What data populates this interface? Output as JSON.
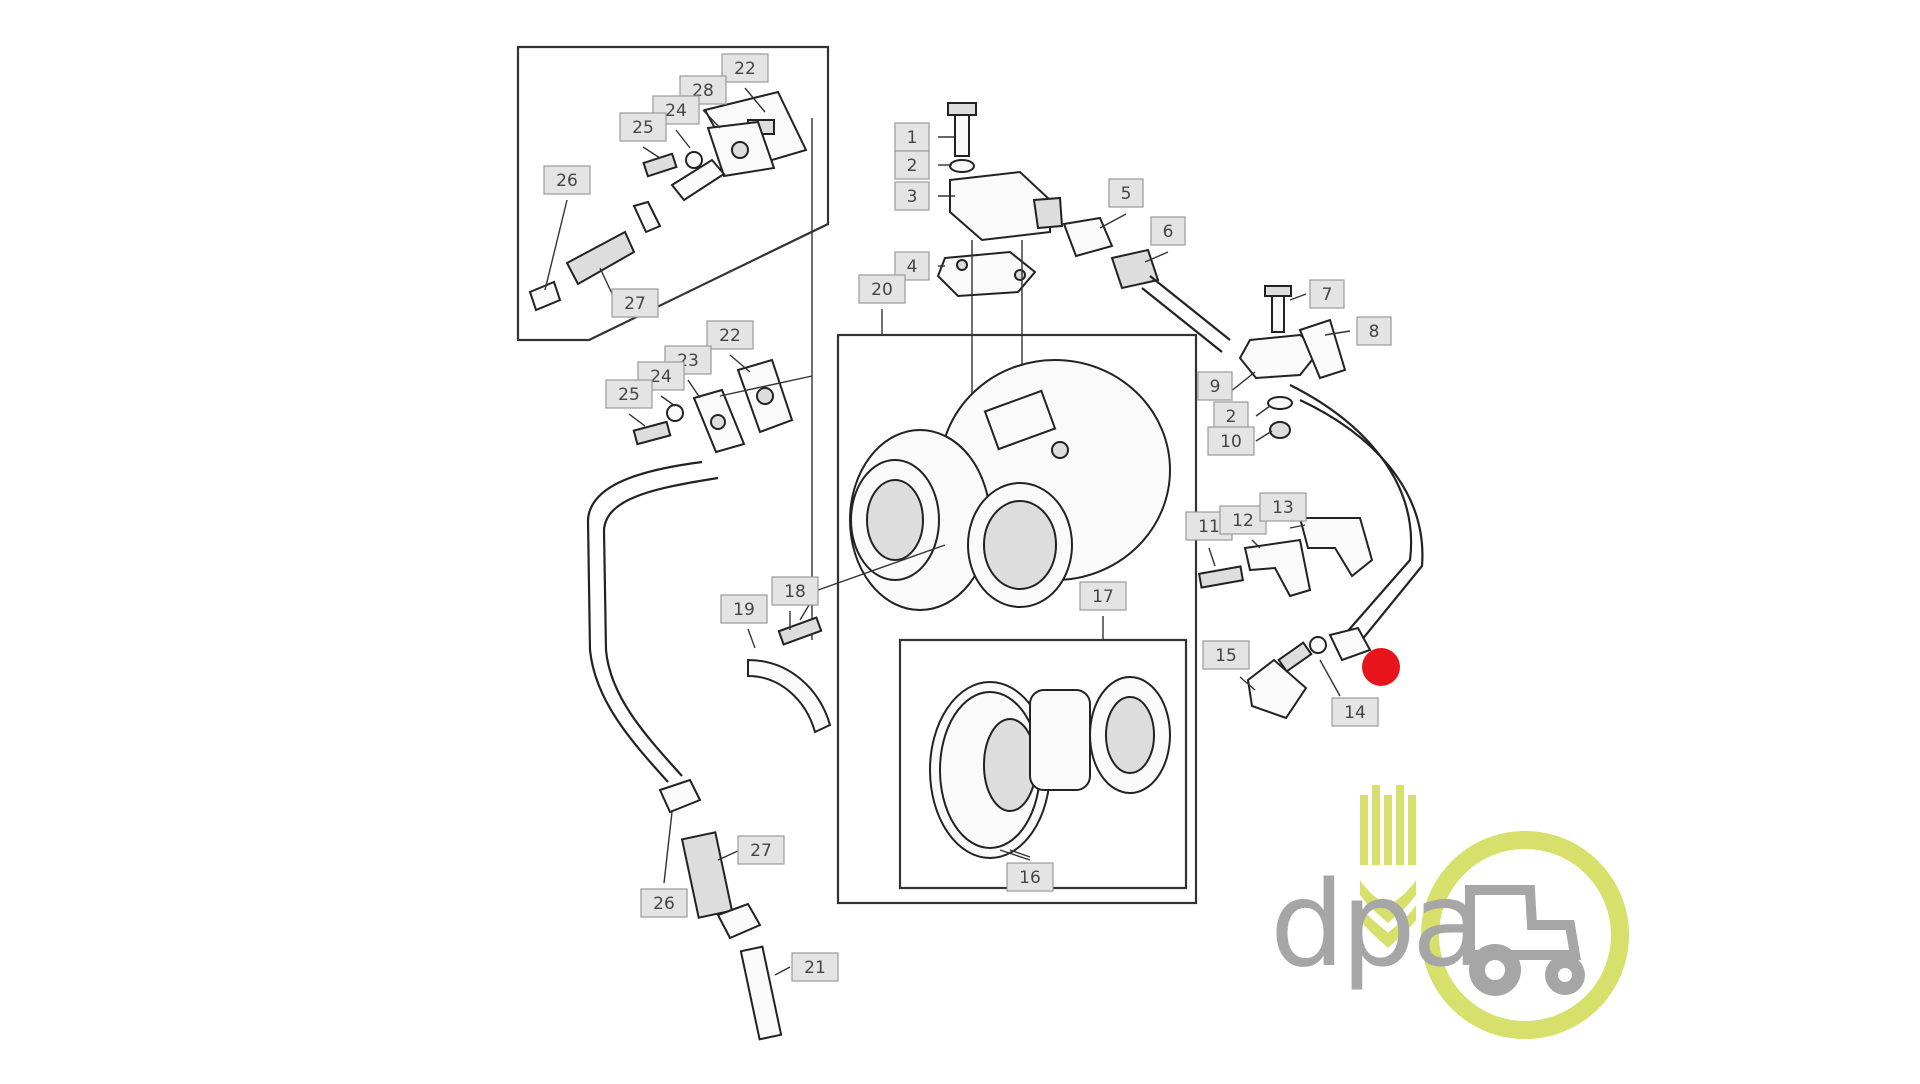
{
  "diagram": {
    "callouts": [
      {
        "id": "c1",
        "text": "1"
      },
      {
        "id": "c2a",
        "text": "2"
      },
      {
        "id": "c3",
        "text": "3"
      },
      {
        "id": "c4",
        "text": "4"
      },
      {
        "id": "c5",
        "text": "5"
      },
      {
        "id": "c6",
        "text": "6"
      },
      {
        "id": "c7",
        "text": "7"
      },
      {
        "id": "c8",
        "text": "8"
      },
      {
        "id": "c9",
        "text": "9"
      },
      {
        "id": "c2b",
        "text": "2"
      },
      {
        "id": "c10",
        "text": "10"
      },
      {
        "id": "c11",
        "text": "11"
      },
      {
        "id": "c12",
        "text": "12"
      },
      {
        "id": "c13",
        "text": "13"
      },
      {
        "id": "c14",
        "text": "14"
      },
      {
        "id": "c15",
        "text": "15"
      },
      {
        "id": "c16",
        "text": "16"
      },
      {
        "id": "c17",
        "text": "17"
      },
      {
        "id": "c18",
        "text": "18"
      },
      {
        "id": "c19",
        "text": "19"
      },
      {
        "id": "c20",
        "text": "20"
      },
      {
        "id": "c21",
        "text": "21"
      },
      {
        "id": "c22a",
        "text": "22"
      },
      {
        "id": "c28",
        "text": "28"
      },
      {
        "id": "c24a",
        "text": "24"
      },
      {
        "id": "c25a",
        "text": "25"
      },
      {
        "id": "c26a",
        "text": "26"
      },
      {
        "id": "c27a",
        "text": "27"
      },
      {
        "id": "c22b",
        "text": "22"
      },
      {
        "id": "c23",
        "text": "23"
      },
      {
        "id": "c24b",
        "text": "24"
      },
      {
        "id": "c25b",
        "text": "25"
      },
      {
        "id": "c27b",
        "text": "27"
      },
      {
        "id": "c26b",
        "text": "26"
      }
    ],
    "highlight_color": "#e8141c"
  },
  "logo": {
    "text": "dpa",
    "text_color": "#a6a6a6",
    "accent_color": "#d6e06b",
    "icon": "tractor-gear-wheat-icon"
  }
}
